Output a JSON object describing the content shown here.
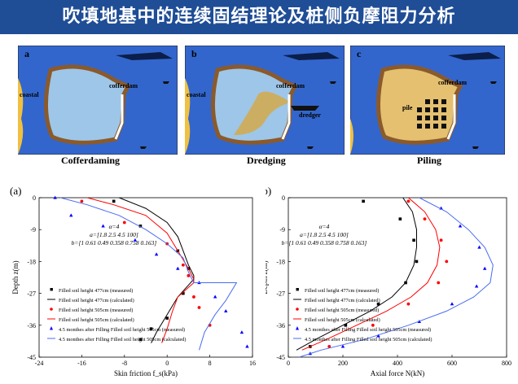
{
  "header": {
    "title": "吹填地基中的连续固结理论及桩侧负摩阻力分析"
  },
  "schematics": [
    {
      "letter": "a",
      "caption": "Cofferdaming",
      "labels": [
        "coastal",
        "cofferdam"
      ]
    },
    {
      "letter": "b",
      "caption": "Dredging",
      "labels": [
        "coastal",
        "cofferdam",
        "dredger"
      ]
    },
    {
      "letter": "c",
      "caption": "Piling",
      "labels": [
        "cofferdam",
        "pile"
      ]
    }
  ],
  "colors": {
    "sea": "#3366cc",
    "sand": "#f0c040",
    "dam": "#8b5a2b",
    "mud": "#d4a94a",
    "title_bg": "#1f4d96"
  },
  "chart_data": [
    {
      "type": "line",
      "panel_label": "(a)",
      "xlabel": "Skin friction f_s(kPa)",
      "ylabel": "Depth z(m)",
      "xlim": [
        -24,
        16
      ],
      "ylim": [
        -45,
        0
      ],
      "xticks": [
        -24,
        -16,
        -8,
        0,
        8,
        16
      ],
      "yticks": [
        0,
        -9,
        -18,
        -27,
        -36,
        -45
      ],
      "annotation": [
        "α=4",
        "a=[1.8 2.5 4.5 100]",
        "b=[1 0.61 0.49 0.358 0.758 0.163]"
      ],
      "series": [
        {
          "name": "Filled soil height 477cm (measured)",
          "style": "points",
          "marker": "square",
          "color": "#000000",
          "points": [
            [
              -10,
              -1
            ],
            [
              -5,
              -8
            ],
            [
              2,
              -15
            ],
            [
              4,
              -20
            ],
            [
              3,
              -27
            ],
            [
              0,
              -34
            ],
            [
              -3,
              -37
            ],
            [
              -5,
              -40
            ]
          ]
        },
        {
          "name": "Filled soil height 477cm (calculated)",
          "style": "line",
          "color": "#000000",
          "points": [
            [
              -9,
              0
            ],
            [
              -4,
              -3
            ],
            [
              0,
              -7
            ],
            [
              2,
              -11
            ],
            [
              3,
              -15
            ],
            [
              4,
              -19
            ],
            [
              5,
              -22
            ],
            [
              5,
              -23
            ],
            [
              2,
              -28
            ],
            [
              0,
              -33
            ],
            [
              -2,
              -38
            ],
            [
              -3,
              -41
            ]
          ]
        },
        {
          "name": "Filled soil height 505cm (measured)",
          "style": "points",
          "marker": "circle",
          "color": "#ff0000",
          "points": [
            [
              -16,
              -1
            ],
            [
              -8,
              -7
            ],
            [
              0,
              -13
            ],
            [
              3,
              -19
            ],
            [
              4,
              -22
            ],
            [
              5,
              -28
            ],
            [
              6,
              -31
            ],
            [
              8,
              -36
            ]
          ]
        },
        {
          "name": "Filled soil height 505cm (calculated)",
          "style": "line",
          "color": "#ff0000",
          "points": [
            [
              -15,
              0
            ],
            [
              -10,
              -2
            ],
            [
              -4,
              -5
            ],
            [
              0,
              -10
            ],
            [
              2,
              -15
            ],
            [
              4,
              -20
            ],
            [
              5,
              -23
            ],
            [
              5,
              -24
            ],
            [
              2,
              -28
            ],
            [
              1,
              -32
            ],
            [
              0,
              -37
            ],
            [
              -1,
              -41
            ]
          ]
        },
        {
          "name": "4.5 monthes after Filling Filled soil height 505cm (measured)",
          "style": "points",
          "marker": "triangle",
          "color": "#0000ff",
          "points": [
            [
              -21,
              0
            ],
            [
              -18,
              -5
            ],
            [
              -12,
              -8
            ],
            [
              -6,
              -12
            ],
            [
              -2,
              -16
            ],
            [
              2,
              -20
            ],
            [
              6,
              -24
            ],
            [
              9,
              -28
            ],
            [
              11,
              -32
            ],
            [
              14,
              -38
            ],
            [
              15,
              -42
            ]
          ]
        },
        {
          "name": "4.5 monthes after Filling Filled soil height 505cm (calculated)",
          "style": "line",
          "color": "#4a6cf0",
          "points": [
            [
              -20,
              0
            ],
            [
              -15,
              -2
            ],
            [
              -9,
              -5
            ],
            [
              -4,
              -9
            ],
            [
              0,
              -13
            ],
            [
              3,
              -17
            ],
            [
              4,
              -21
            ],
            [
              5,
              -24
            ],
            [
              13,
              -24
            ],
            [
              11,
              -29
            ],
            [
              9,
              -33
            ],
            [
              7,
              -38
            ],
            [
              6,
              -43
            ]
          ]
        }
      ]
    },
    {
      "type": "line",
      "panel_label": "(b)",
      "xlabel": "Axial force N(kN)",
      "ylabel": "Depth z(m)",
      "xlim": [
        0,
        800
      ],
      "ylim": [
        -45,
        0
      ],
      "xticks": [
        0,
        200,
        400,
        600,
        800
      ],
      "yticks": [
        0,
        -9,
        -18,
        -27,
        -36,
        -45
      ],
      "annotation": [
        "α=4",
        "a=[1.8 2.5 4.5 100]",
        "b=[1 0.61 0.49 0.358 0.758 0.163]"
      ],
      "series": [
        {
          "name": "Filled soil height 477cm (measured)",
          "style": "points",
          "marker": "square",
          "color": "#000000",
          "points": [
            [
              275,
              -1
            ],
            [
              410,
              -6
            ],
            [
              460,
              -12
            ],
            [
              470,
              -18
            ],
            [
              430,
              -24
            ],
            [
              330,
              -30
            ],
            [
              210,
              -36
            ],
            [
              80,
              -42
            ]
          ]
        },
        {
          "name": "Filled soil height 477cm (calculated)",
          "style": "line",
          "color": "#000000",
          "points": [
            [
              420,
              0
            ],
            [
              455,
              -4
            ],
            [
              470,
              -9
            ],
            [
              470,
              -14
            ],
            [
              460,
              -19
            ],
            [
              430,
              -24
            ],
            [
              380,
              -28
            ],
            [
              300,
              -32
            ],
            [
              200,
              -36
            ],
            [
              100,
              -40
            ],
            [
              30,
              -43
            ]
          ]
        },
        {
          "name": "Filled soil height 505cm (measured)",
          "style": "points",
          "marker": "circle",
          "color": "#ff0000",
          "points": [
            [
              440,
              -1
            ],
            [
              500,
              -6
            ],
            [
              560,
              -12
            ],
            [
              580,
              -18
            ],
            [
              550,
              -24
            ],
            [
              440,
              -30
            ],
            [
              310,
              -36
            ],
            [
              150,
              -42
            ]
          ]
        },
        {
          "name": "Filled soil height 505cm (calculated)",
          "style": "line",
          "color": "#ff0000",
          "points": [
            [
              440,
              0
            ],
            [
              500,
              -4
            ],
            [
              540,
              -9
            ],
            [
              555,
              -14
            ],
            [
              545,
              -19
            ],
            [
              510,
              -24
            ],
            [
              450,
              -28
            ],
            [
              360,
              -32
            ],
            [
              250,
              -36
            ],
            [
              140,
              -40
            ],
            [
              50,
              -43
            ]
          ]
        },
        {
          "name": "4.5 monthes after Filling Filled soil height 505cm (measured)",
          "style": "points",
          "marker": "triangle",
          "color": "#0000ff",
          "points": [
            [
              560,
              -3
            ],
            [
              630,
              -8
            ],
            [
              700,
              -14
            ],
            [
              720,
              -20
            ],
            [
              690,
              -25
            ],
            [
              600,
              -30
            ],
            [
              480,
              -35
            ],
            [
              330,
              -39
            ],
            [
              200,
              -42
            ],
            [
              80,
              -44
            ]
          ]
        },
        {
          "name": "4.5 monthes after Filling Filled soil height 505cm (calculated)",
          "style": "line",
          "color": "#4a6cf0",
          "points": [
            [
              480,
              0
            ],
            [
              580,
              -4
            ],
            [
              660,
              -9
            ],
            [
              720,
              -14
            ],
            [
              750,
              -19
            ],
            [
              740,
              -24
            ],
            [
              680,
              -28
            ],
            [
              580,
              -32
            ],
            [
              440,
              -36
            ],
            [
              280,
              -40
            ],
            [
              120,
              -43
            ],
            [
              40,
              -45
            ]
          ]
        }
      ]
    }
  ]
}
